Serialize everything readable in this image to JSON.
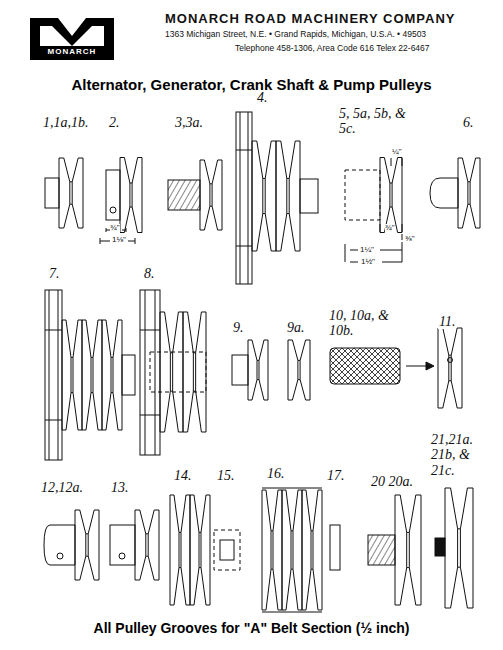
{
  "diagram": {
    "title": "Alternator, Generator, Crank Shaft & Pump Pulleys",
    "caption": "All Pulley Grooves for \"A\" Belt Section (½ inch)",
    "nodes": [
      {
        "text": [
          "MONARCH"
        ]
      }
    ],
    "edges": [],
    "labels": [
      "MONARCH ROAD MACHINERY COMPANY",
      "1363 Michigan Street, N.E. • Grand Rapids, Michigan, U.S.A. • 49503",
      "Telephone 458-1306, Area Code 616 Telex 22-6467",
      "1,1a,1b.",
      "2.",
      "3,3a.",
      "4.",
      "5, 5a, 5b, & 5c.",
      "6.",
      "¾\"",
      "1⅛\"",
      "¼\"",
      "¾\"",
      "⅜\"",
      "1¼\"",
      "1½\"",
      "7.",
      "8.",
      "9.",
      "9a.",
      "10, 10a, & 10b.",
      "11.",
      "12,12a.",
      "13.",
      "14.",
      "15.",
      "16.",
      "17.",
      "20 20a.",
      "21,21a. 21b, & 21c."
    ]
  }
}
